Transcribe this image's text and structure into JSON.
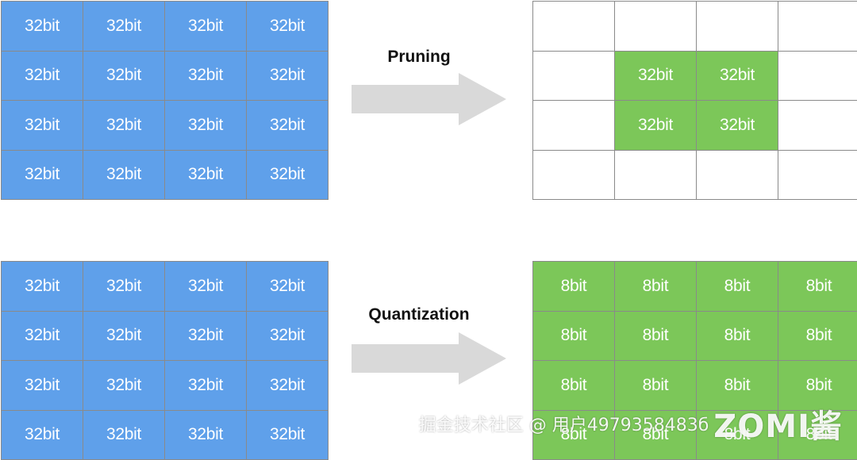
{
  "diagram": {
    "pruning": {
      "label": "Pruning",
      "input": [
        [
          "32bit",
          "32bit",
          "32bit",
          "32bit"
        ],
        [
          "32bit",
          "32bit",
          "32bit",
          "32bit"
        ],
        [
          "32bit",
          "32bit",
          "32bit",
          "32bit"
        ],
        [
          "32bit",
          "32bit",
          "32bit",
          "32bit"
        ]
      ],
      "output": [
        [
          "",
          "",
          "",
          ""
        ],
        [
          "",
          "32bit",
          "32bit",
          ""
        ],
        [
          "",
          "32bit",
          "32bit",
          ""
        ],
        [
          "",
          "",
          "",
          ""
        ]
      ]
    },
    "quantization": {
      "label": "Quantization",
      "input": [
        [
          "32bit",
          "32bit",
          "32bit",
          "32bit"
        ],
        [
          "32bit",
          "32bit",
          "32bit",
          "32bit"
        ],
        [
          "32bit",
          "32bit",
          "32bit",
          "32bit"
        ],
        [
          "32bit",
          "32bit",
          "32bit",
          "32bit"
        ]
      ],
      "output": [
        [
          "8bit",
          "8bit",
          "8bit",
          "8bit"
        ],
        [
          "8bit",
          "8bit",
          "8bit",
          "8bit"
        ],
        [
          "8bit",
          "8bit",
          "8bit",
          "8bit"
        ],
        [
          "8bit",
          "8bit",
          "8bit",
          "8bit"
        ]
      ]
    }
  },
  "colors": {
    "blue": "#5fa0ea",
    "green": "#7cc759",
    "border": "#8a8a8a",
    "arrow": "#d9d9d9"
  },
  "watermark": {
    "text": "掘金技术社区 @ 用户4979358483б",
    "logo": "ZOMI酱"
  }
}
